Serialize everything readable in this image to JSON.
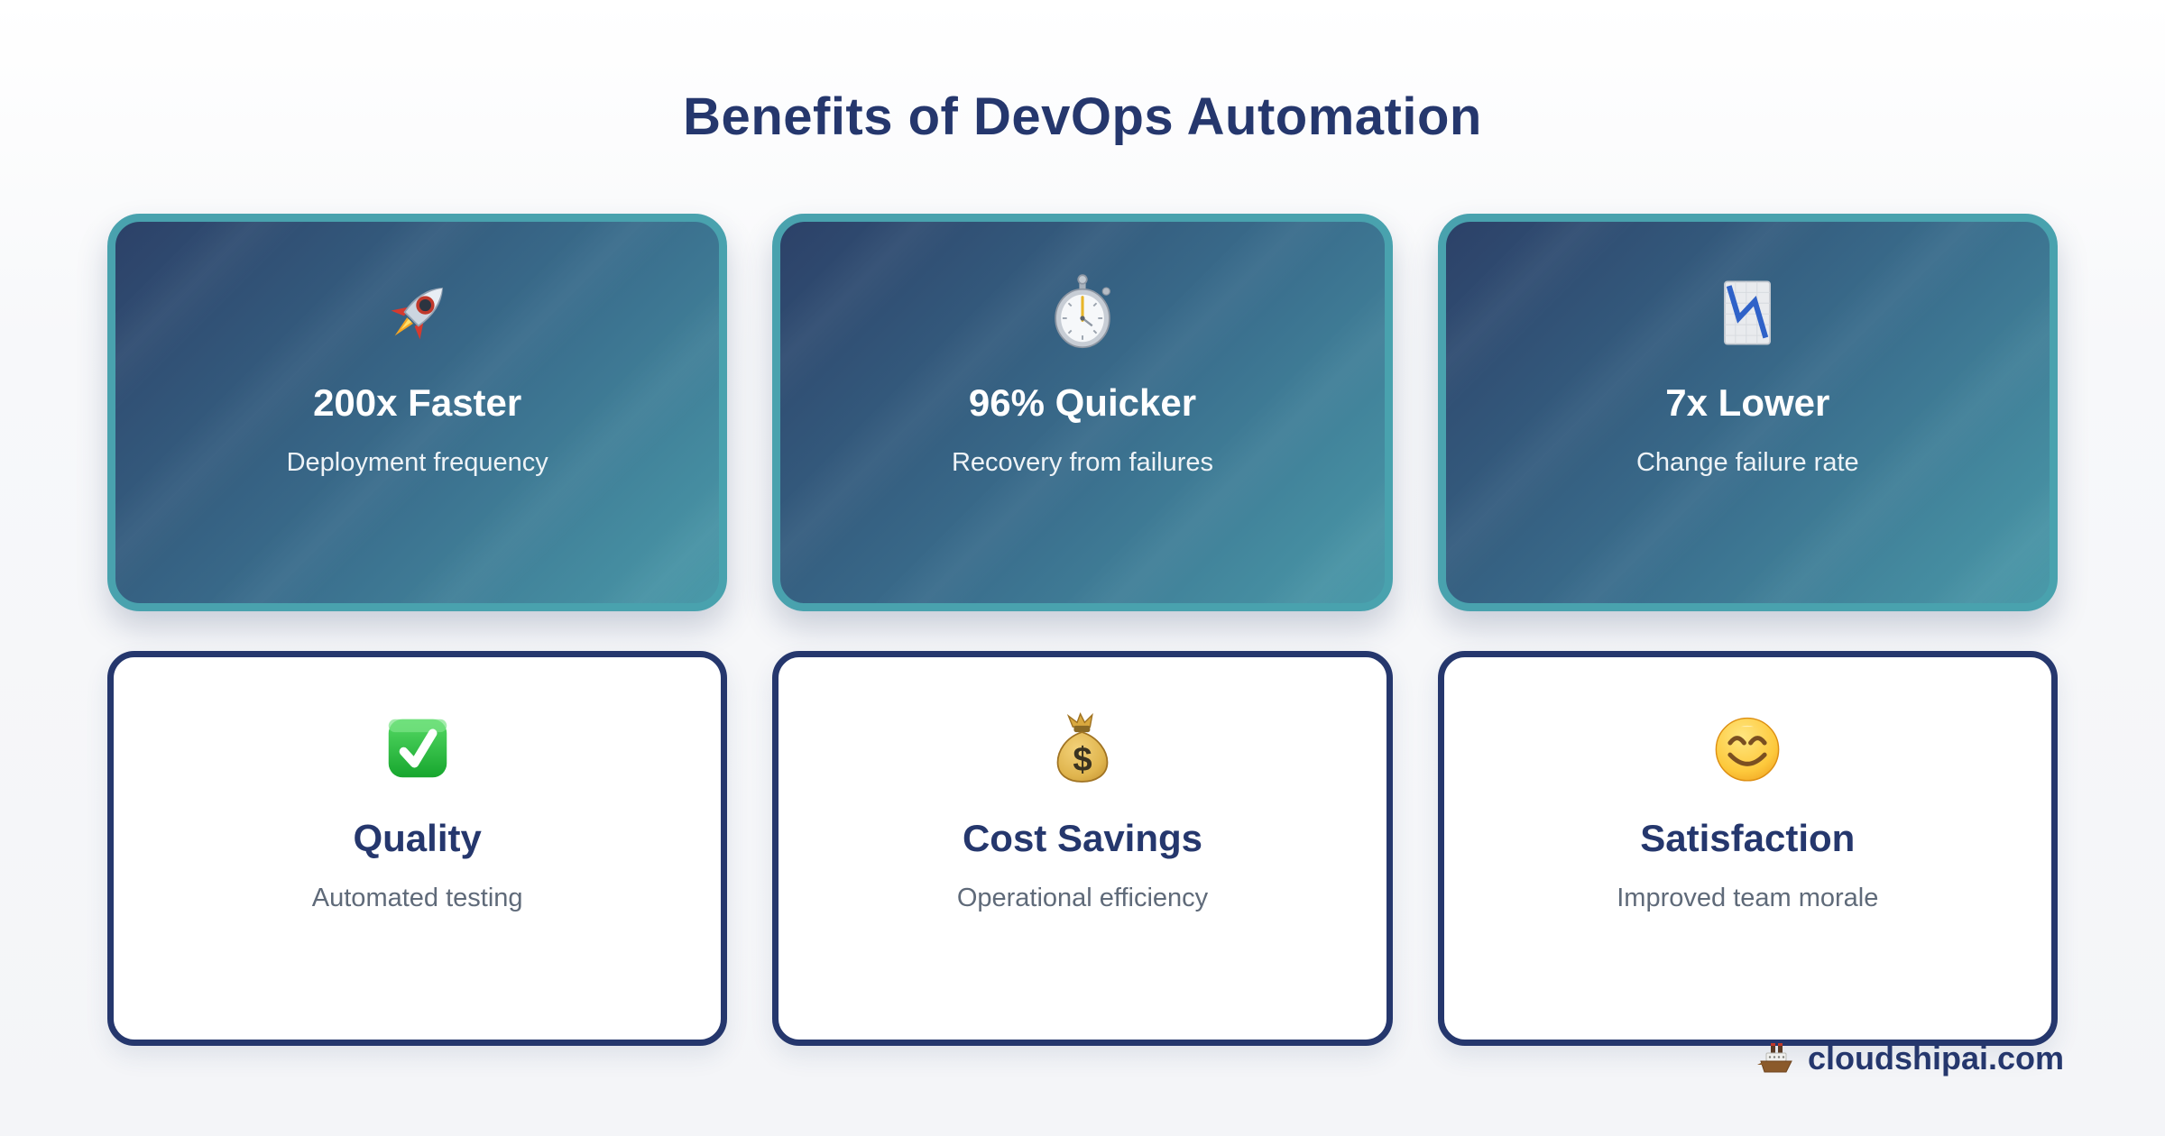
{
  "page": {
    "title": "Benefits of DevOps Automation",
    "background_color": "#f7f8fa"
  },
  "colors": {
    "title_navy": "#25376d",
    "metric_card_gradient_start": "#2c4168",
    "metric_card_gradient_end": "#4a9aa9",
    "metric_card_border_teal": "#49a2ae",
    "benefit_card_border_navy": "#25376d",
    "metric_text_white": "#ffffff",
    "benefit_label_gray": "#5f6a79"
  },
  "metric_cards": [
    {
      "icon": "rocket-icon",
      "glyph": "🚀",
      "value": "200x Faster",
      "label": "Deployment frequency"
    },
    {
      "icon": "stopwatch-icon",
      "glyph": "⏱️",
      "value": "96% Quicker",
      "label": "Recovery from failures"
    },
    {
      "icon": "chart-decreasing-icon",
      "glyph": "📉",
      "value": "7x Lower",
      "label": "Change failure rate"
    }
  ],
  "benefit_cards": [
    {
      "icon": "check-mark-button-icon",
      "glyph": "✅",
      "title": "Quality",
      "label": "Automated testing"
    },
    {
      "icon": "money-bag-icon",
      "glyph": "💰",
      "title": "Cost Savings",
      "label": "Operational efficiency"
    },
    {
      "icon": "smiling-face-icon",
      "glyph": "😊",
      "title": "Satisfaction",
      "label": "Improved team morale"
    }
  ],
  "footer": {
    "icon": "ship-icon",
    "glyph": "🚢",
    "text": "cloudshipai.com"
  }
}
